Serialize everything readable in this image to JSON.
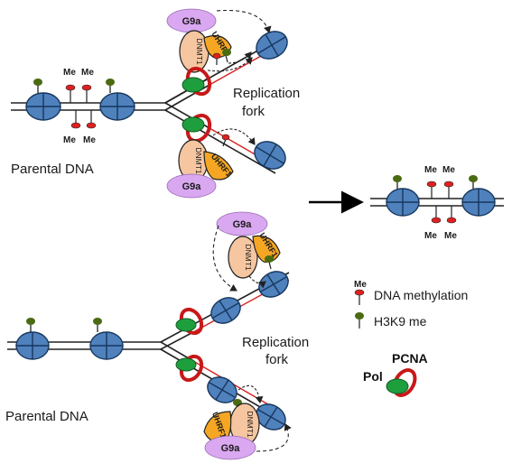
{
  "labels": {
    "me": "Me",
    "g9a": "G9a",
    "dnmt1": "DNMT1",
    "uhrf1": "UHRF1",
    "replication_fork_line1": "Replication",
    "replication_fork_line2": "fork",
    "parental_dna": "Parental DNA"
  },
  "legend": {
    "me_label": "Me",
    "dna_methylation": "DNA methylation",
    "h3k9me": "H3K9 me",
    "pcna": "PCNA",
    "pol": "Pol"
  },
  "colors": {
    "nucleosome": "#4f81bd",
    "g9a": "#d9a8f0",
    "dnmt1": "#f5c6a0",
    "uhrf1": "#f5a623",
    "methyl": "#e02020",
    "h3k9": "#4b6b12",
    "pol": "#1f9e3e",
    "pcna_ring": "#d01818"
  }
}
